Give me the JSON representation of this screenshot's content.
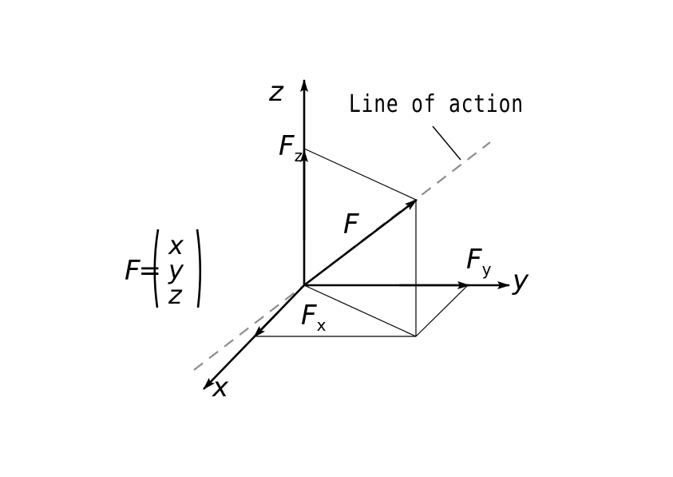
{
  "diagram": {
    "type": "3d-force-vector-decomposition",
    "axes": {
      "x": "x",
      "y": "y",
      "z": "z"
    },
    "vector_label": "F",
    "components": {
      "fx": {
        "main": "F",
        "sub": "x"
      },
      "fy": {
        "main": "F",
        "sub": "y"
      },
      "fz": {
        "main": "F",
        "sub": "z"
      }
    },
    "annotation": "Line of action",
    "formula": {
      "lhs": "F=",
      "rows": [
        "x",
        "y",
        "z"
      ]
    },
    "colors": {
      "stroke": "#000000",
      "line_of_action": "#8c8c8c",
      "background": "#ffffff"
    }
  }
}
